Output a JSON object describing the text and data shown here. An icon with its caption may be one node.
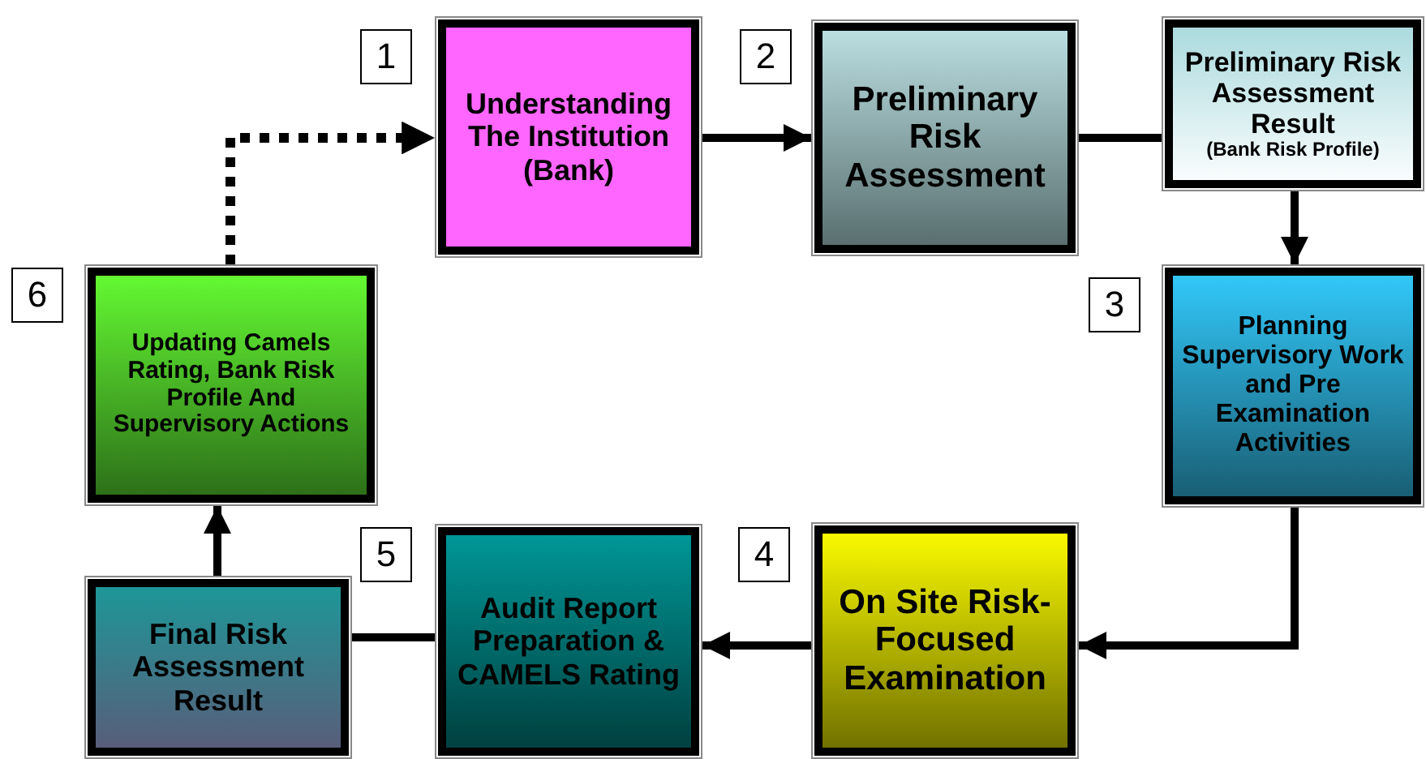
{
  "diagram": {
    "nodes": [
      {
        "text": [
          "Understanding The Institution (Bank)"
        ],
        "beside": [
          "1"
        ]
      },
      {
        "text": [
          "Preliminary Risk Assessment"
        ],
        "beside": [
          "2"
        ]
      },
      {
        "text": [
          "Preliminary Risk Assessment Result",
          "(Bank Risk Profile)"
        ]
      },
      {
        "text": [
          "Planning Supervisory Work and Pre Examination Activities"
        ],
        "beside": [
          "3"
        ]
      },
      {
        "text": [
          "On Site Risk-Focused Examination"
        ],
        "beside": [
          "4"
        ]
      },
      {
        "text": [
          "Audit Report Preparation & CAMELS Rating"
        ],
        "beside": [
          "5"
        ]
      },
      {
        "text": [
          "Final Risk Assessment Result"
        ]
      },
      {
        "text": [
          "Updating Camels Rating, Bank Risk Profile And Supervisory Actions"
        ],
        "beside": [
          "6"
        ]
      }
    ],
    "edges": [
      {
        "from": 0,
        "to": 1,
        "arrow": "to"
      },
      {
        "from": 1,
        "to": 2,
        "arrow": "none"
      },
      {
        "from": 2,
        "to": 3,
        "arrow": "to"
      },
      {
        "from": 3,
        "to": 4,
        "arrow": "to"
      },
      {
        "from": 4,
        "to": 5,
        "arrow": "to"
      },
      {
        "from": 5,
        "to": 6,
        "arrow": "none"
      },
      {
        "from": 6,
        "to": 7,
        "arrow": "to"
      },
      {
        "from": 7,
        "to": 0,
        "arrow": "to",
        "style": "dashed"
      }
    ]
  }
}
